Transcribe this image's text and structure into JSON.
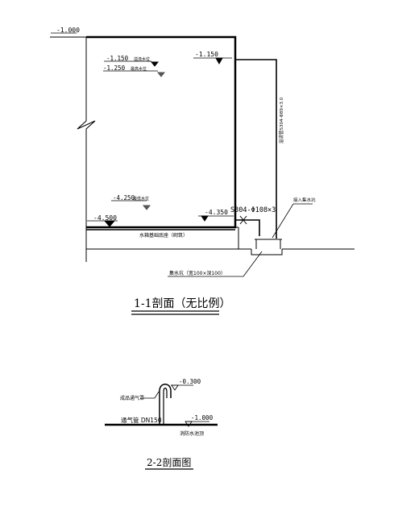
{
  "section_1": {
    "levels": {
      "top_left": "-1.000",
      "roof_inner": "-1.150",
      "water_high": "-1.150",
      "water_high_tag": "溢流水位",
      "water_normal": "-1.250",
      "water_normal_tag": "最高水位",
      "water_low": "-4.250",
      "water_low_tag": "最低水位",
      "floor_right": "-4.350",
      "floor_left": "-4.500"
    },
    "notes": {
      "vertical_pipe": "溢流管S304-Φ89×3.0",
      "drain_pipe": "S304-Φ108×3",
      "to_well": "接入集水坑",
      "base": "水箱基础底座（砌筑）",
      "sump": "集水坑（宽100×深100）"
    },
    "title": "1-1剖面（无比例）"
  },
  "section_2": {
    "levels": {
      "top": "-0.300",
      "ground": "-1.000"
    },
    "notes": {
      "vent_cap": "成品通气罩",
      "vent_pipe": "通气管 DN150",
      "pool_top": "消防水池顶"
    },
    "title": "2-2剖面图"
  }
}
